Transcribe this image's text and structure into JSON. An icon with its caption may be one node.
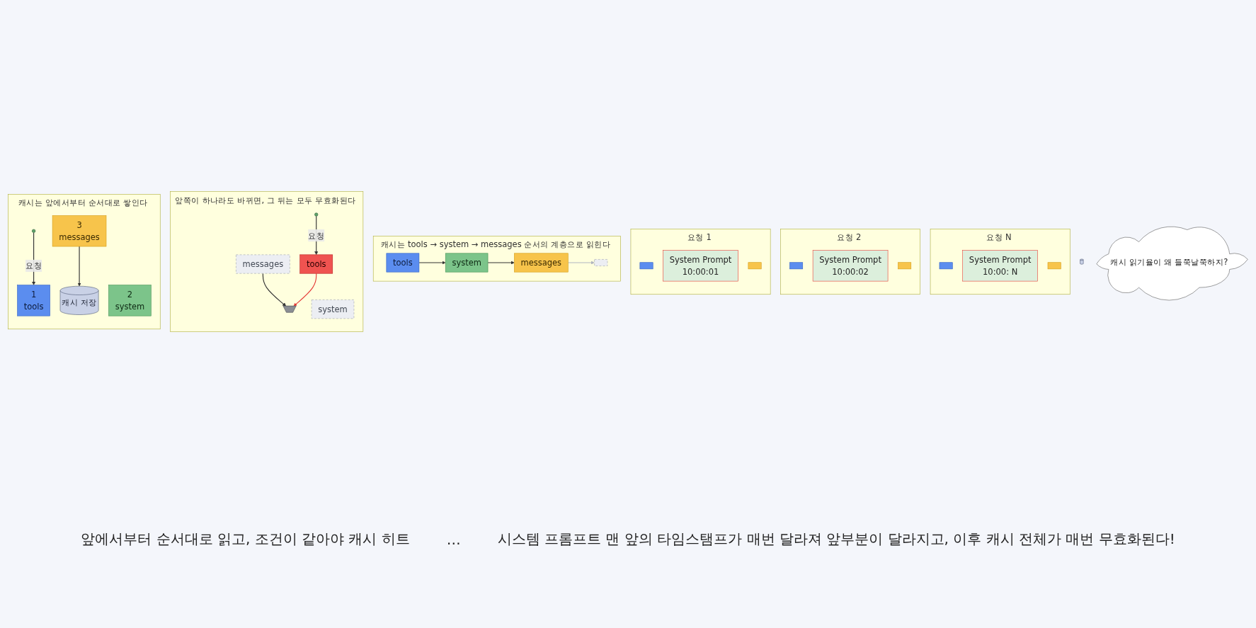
{
  "diagram": {
    "nodes": [
      {
        "text": [
          "캐시는 앞에서부터 순서대로 쌓인다"
        ]
      },
      {
        "text": [],
        "shape": "person",
        "in": 0
      },
      {
        "text": [
          "1",
          "tools"
        ],
        "in": 0
      },
      {
        "text": [
          "2",
          "system"
        ],
        "in": 0
      },
      {
        "text": [
          "3",
          "messages"
        ],
        "in": 0
      },
      {
        "text": [
          "캐시 저장"
        ],
        "in": 0
      },
      {
        "text": [
          "앞쪽이 하나라도 바뀌면, 그 뒤는 모두 무효화된다"
        ]
      },
      {
        "text": [],
        "shape": "person",
        "in": 6
      },
      {
        "text": [
          "tools"
        ],
        "in": 6
      },
      {
        "text": [
          "system"
        ],
        "in": 6
      },
      {
        "text": [
          "messages"
        ],
        "in": 6
      },
      {
        "text": [],
        "shape": "bin",
        "in": 6
      },
      {
        "text": [
          "캐시는 tools → system → messages 순서의 계층으로 읽힌다"
        ]
      },
      {
        "text": [
          "tools"
        ],
        "in": 12
      },
      {
        "text": [
          "system"
        ],
        "in": 12
      },
      {
        "text": [
          "messages"
        ],
        "in": 12
      },
      {
        "text": [],
        "shape": "box",
        "in": 12
      },
      {
        "text": [
          "캐시 읽기율이 왜 들쭉날쭉하지?"
        ]
      },
      {
        "text": [
          "요청 1"
        ]
      },
      {
        "text": [],
        "shape": "box",
        "in": 18
      },
      {
        "text": [
          "System Prompt",
          "10:00:01"
        ],
        "in": 18
      },
      {
        "text": [],
        "shape": "box",
        "in": 18
      },
      {
        "text": [
          "요청 2"
        ]
      },
      {
        "text": [],
        "shape": "box",
        "in": 22
      },
      {
        "text": [
          "System Prompt",
          "10:00:02"
        ],
        "in": 22
      },
      {
        "text": [],
        "shape": "box",
        "in": 22
      },
      {
        "text": [
          "요청 N"
        ]
      },
      {
        "text": [],
        "shape": "box",
        "in": 26
      },
      {
        "text": [
          "System Prompt",
          "10:00: N"
        ],
        "in": 26
      },
      {
        "text": [],
        "shape": "box",
        "in": 26
      },
      {
        "text": [],
        "shape": "cylinder"
      }
    ],
    "edges": [
      {
        "from": 1,
        "to": 2,
        "arrow": "to",
        "label": "요청"
      },
      {
        "from": 4,
        "to": 5,
        "arrow": "to"
      },
      {
        "from": 7,
        "to": 8,
        "arrow": "to",
        "label": "요청"
      },
      {
        "from": 10,
        "to": 11,
        "arrow": "to"
      },
      {
        "from": 8,
        "to": 11,
        "arrow": "to",
        "color": "#e53935"
      },
      {
        "from": 13,
        "to": 14,
        "arrow": "to"
      },
      {
        "from": 14,
        "to": 15,
        "arrow": "to"
      },
      {
        "from": 15,
        "to": 16,
        "arrow": "to",
        "color": "#b0b5bf"
      }
    ],
    "labels": [
      "앞에서부터 순서대로 읽고, 조건이 같아야 캐시 히트",
      "…",
      "시스템 프롬프트 맨 앞의 타임스탬프가 매번 달라져 앞부분이 달라지고, 이후 캐시 전체가 매번 무효화된다!"
    ]
  }
}
